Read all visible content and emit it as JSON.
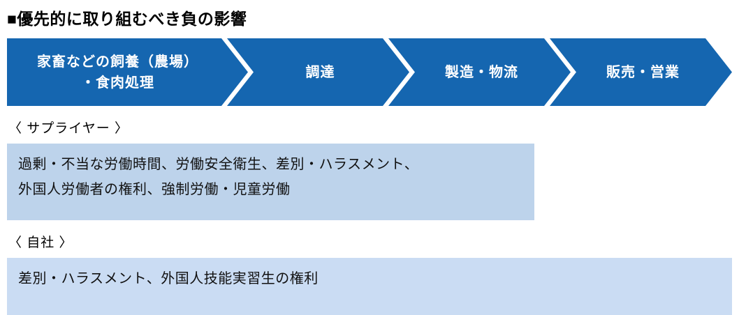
{
  "title": "■優先的に取り組むべき負の影響",
  "flow": {
    "steps": [
      {
        "label": "家畜などの飼養（農場）\n・食肉処理"
      },
      {
        "label": "調達"
      },
      {
        "label": "製造・物流"
      },
      {
        "label": "販売・営業"
      }
    ]
  },
  "sections": [
    {
      "heading": "〈 サプライヤー 〉",
      "body": "過剰・不当な労働時間、労働安全衛生、差別・ハラスメント、\n外国人労働者の権利、強制労働・児童労働"
    },
    {
      "heading": "〈 自社 〉",
      "body": "差別・ハラスメント、外国人技能実習生の権利"
    }
  ],
  "colors": {
    "arrow_blue": "#1566b0",
    "supplier_box_blue": "#bdd3eb",
    "company_box_blue": "#cadcf3",
    "arrow_text": "#ffffff",
    "body_text": "#111111"
  }
}
